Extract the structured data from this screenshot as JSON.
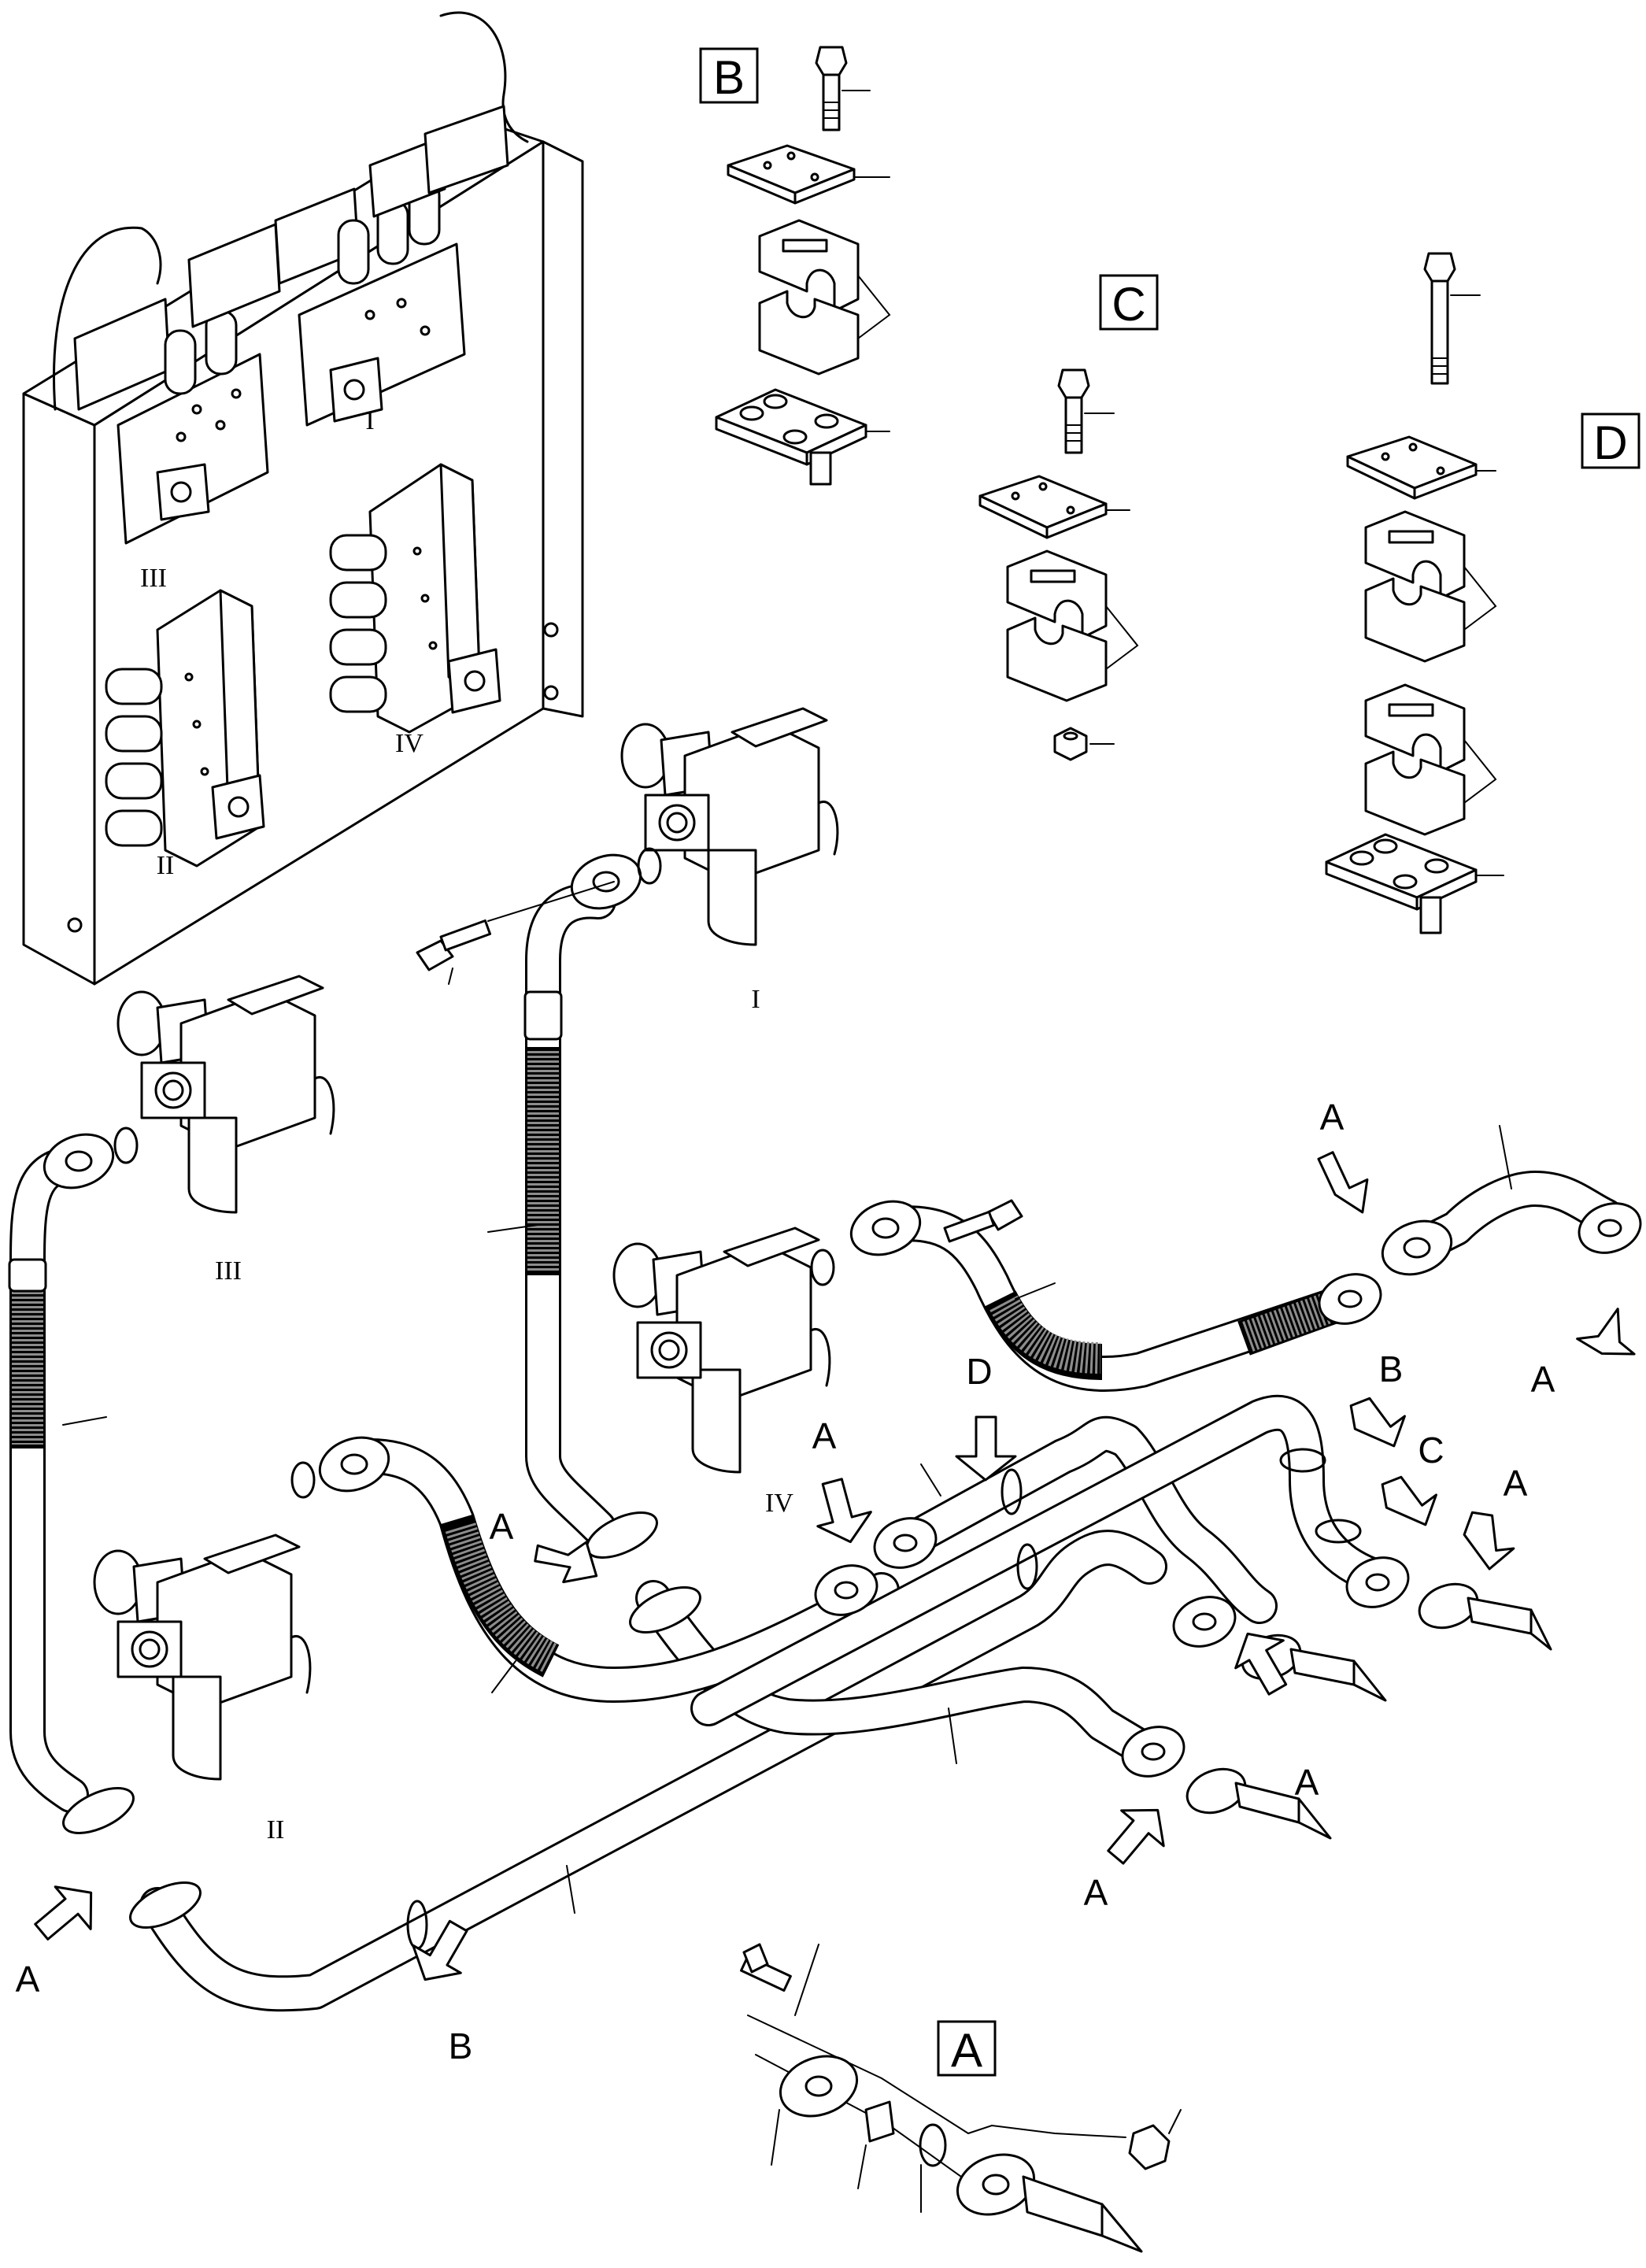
{
  "callouts": {
    "box_a": "A",
    "box_b": "B",
    "box_c": "C",
    "box_d": "D"
  },
  "arrow_labels": {
    "a": "A",
    "b": "B",
    "c": "C",
    "d": "D"
  },
  "valve_labels": {
    "i": "I",
    "ii": "II",
    "iii": "III",
    "iv": "IV"
  }
}
